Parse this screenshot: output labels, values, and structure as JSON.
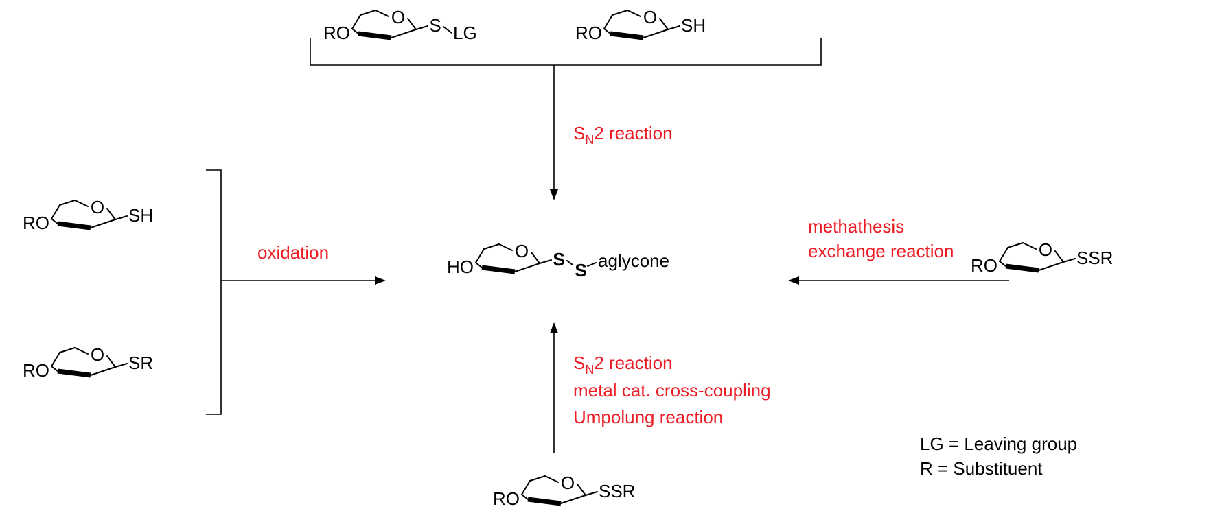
{
  "colors": {
    "reagent": "#ec1c24",
    "structure": "#000000"
  },
  "product": {
    "substituent": "HO",
    "ring_oxygen": "O",
    "sulfur_1": "S",
    "sulfur_2": "S",
    "aglycone": "aglycone"
  },
  "top_left": {
    "substituent": "RO",
    "ring_oxygen": "O",
    "sulfur": "S",
    "leaving_group": "LG"
  },
  "top_right": {
    "substituent": "RO",
    "ring_oxygen": "O",
    "thiol": "SH"
  },
  "left_top": {
    "substituent": "RO",
    "ring_oxygen": "O",
    "thiol": "SH"
  },
  "left_bottom": {
    "substituent": "RO",
    "ring_oxygen": "O",
    "group": "SR"
  },
  "right": {
    "substituent": "RO",
    "ring_oxygen": "O",
    "group": "SSR"
  },
  "bottom": {
    "substituent": "RO",
    "ring_oxygen": "O",
    "group": "SSR"
  },
  "conditions": {
    "top": {
      "s": "S",
      "sub": "N",
      "rest": "2 reaction"
    },
    "left": "oxidation",
    "right": [
      "methathesis",
      "exchange reaction"
    ],
    "bottom": {
      "line1": {
        "s": "S",
        "sub": "N",
        "rest": "2 reaction"
      },
      "line2": "metal cat. cross-coupling",
      "line3": "Umpolung reaction"
    }
  },
  "legend": [
    "LG = Leaving group",
    "R = Substituent"
  ]
}
